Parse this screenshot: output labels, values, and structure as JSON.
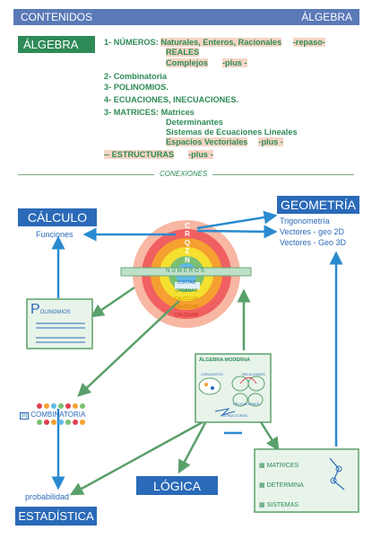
{
  "header": {
    "left": "CONTENIDOS",
    "right": "ÁLGEBRA"
  },
  "algebra_box": "ÁLGEBRA",
  "contents": [
    {
      "num": "1- NÚMEROS:",
      "text": "Naturales, Enteros, Racionales",
      "extra": "-repaso-"
    },
    {
      "text": "REALES"
    },
    {
      "text": "Complejos",
      "extra": "-plus -"
    },
    {
      "num": "2- Combinatoria"
    },
    {
      "num": "3- POLINOMIOS."
    },
    {
      "num": "4- ECUACIONES, INECUACIONES."
    },
    {
      "num": "3- MATRICES:",
      "text": "Matrices"
    },
    {
      "text": "Determinantes"
    },
    {
      "text": "Sistemas de Ecuaciones Lineales"
    },
    {
      "text": "Espacios Vectoriales",
      "extra": "-plus -"
    },
    {
      "num": "-- ESTRUCTURAS",
      "extra": "-plus -"
    }
  ],
  "conexiones": "CONEXIONES",
  "calculo": {
    "title": "CÁLCULO",
    "sub": "Funciones"
  },
  "geometria": {
    "title": "GEOMETRÍA",
    "subs": [
      "Trigonometría",
      "Vectores - geo 2D",
      "Vectores - Geo 3D"
    ]
  },
  "logica": "LÓGICA",
  "estadistica": {
    "title": "ESTADÍSTICA",
    "sub": "probabilidad"
  },
  "center": {
    "letters": [
      "C",
      "R",
      "Q",
      "Z",
      "N"
    ],
    "band": "NÚMEROS",
    "words": [
      "CONTAR",
      "ORDENAR",
      "CALCULAR",
      "CALCULAR",
      "CALCULAR"
    ]
  },
  "polinomios": {
    "label": "OLINOMIOS",
    "initial": "P"
  },
  "combinatoria": "COMBINATORIA",
  "algebra_moderna": {
    "title": "ÁLGEBRA MODERNA",
    "items": [
      "CONJUNTOS",
      "RELACIONES",
      "APLICACIONES",
      "ESTRUCTURAS"
    ]
  },
  "matrices_box": [
    "MATRICES",
    "DETERMINA",
    "SISTEMAS"
  ],
  "colors": {
    "green": "#2e8b57",
    "blue": "#2a6ab8",
    "header": "#5a79b7",
    "highlight": "#f6d5c5"
  }
}
